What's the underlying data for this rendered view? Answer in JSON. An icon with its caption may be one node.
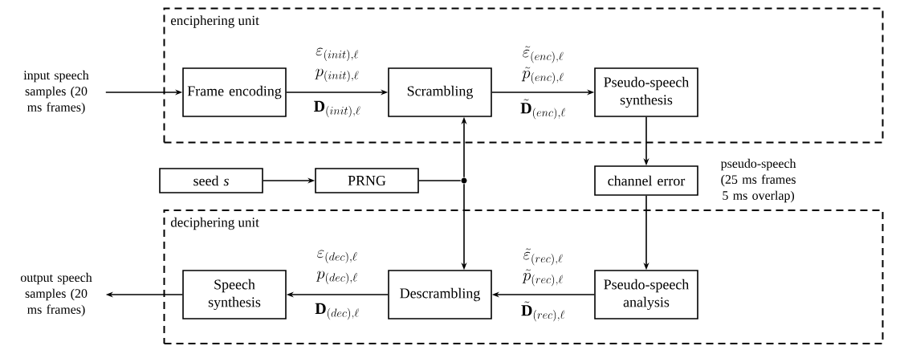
{
  "diagram": {
    "nodes": [
      {
        "text": [
          "enciphering unit"
        ]
      },
      {
        "text": [
          "Frame encoding"
        ],
        "in": 0
      },
      {
        "text": [
          "Scrambling"
        ],
        "in": 0
      },
      {
        "text": [
          "Pseudo-speech synthesis"
        ],
        "in": 0
      },
      {
        "text": [
          "seed *s*"
        ]
      },
      {
        "text": [
          "PRNG"
        ]
      },
      {
        "text": [],
        "shape": "circle"
      },
      {
        "text": [
          "channel error"
        ],
        "beside": [
          "pseudo-speech (25 ms frames 5 ms overlap)"
        ]
      },
      {
        "text": [
          "deciphering unit"
        ]
      },
      {
        "text": [
          "Speech synthesis"
        ],
        "in": 8
      },
      {
        "text": [
          "Descrambling"
        ],
        "in": 8
      },
      {
        "text": [
          "Pseudo-speech analysis"
        ],
        "in": 8
      },
      {
        "text": [
          "input speech samples (20 ms frames)"
        ]
      },
      {
        "text": [
          "output speech samples (20 ms frames)"
        ]
      }
    ],
    "edges": [
      {
        "from": 12,
        "to": 1,
        "arrow": "to"
      },
      {
        "from": 1,
        "to": 2,
        "arrow": "to",
        "label": [
          "\\varepsilon_{(init),\\ell}",
          "p_{(init),\\ell}",
          "\\mathbf{D}_{(init),\\ell}"
        ]
      },
      {
        "from": 2,
        "to": 3,
        "arrow": "to",
        "label": [
          "\\tilde{\\varepsilon}_{(enc),\\ell}",
          "\\tilde{p}_{(enc),\\ell}",
          "\\tilde{\\mathbf{D}}_{(enc),\\ell}"
        ]
      },
      {
        "from": 3,
        "to": 7,
        "arrow": "to"
      },
      {
        "from": 7,
        "to": 11,
        "arrow": "to"
      },
      {
        "from": 11,
        "to": 10,
        "arrow": "to",
        "label": [
          "\\tilde{\\varepsilon}_{(rec),\\ell}",
          "\\tilde{p}_{(rec),\\ell}",
          "\\tilde{\\mathbf{D}}_{(rec),\\ell}"
        ]
      },
      {
        "from": 10,
        "to": 9,
        "arrow": "to",
        "label": [
          "\\varepsilon_{(dec),\\ell}",
          "p_{(dec),\\ell}",
          "\\mathbf{D}_{(dec),\\ell}"
        ]
      },
      {
        "from": 9,
        "to": 13,
        "arrow": "to"
      },
      {
        "from": 4,
        "to": 5,
        "arrow": "to"
      },
      {
        "from": 5,
        "to": 6,
        "arrow": "none"
      },
      {
        "from": 6,
        "to": 2,
        "arrow": "to"
      },
      {
        "from": 6,
        "to": 10,
        "arrow": "to"
      }
    ]
  }
}
